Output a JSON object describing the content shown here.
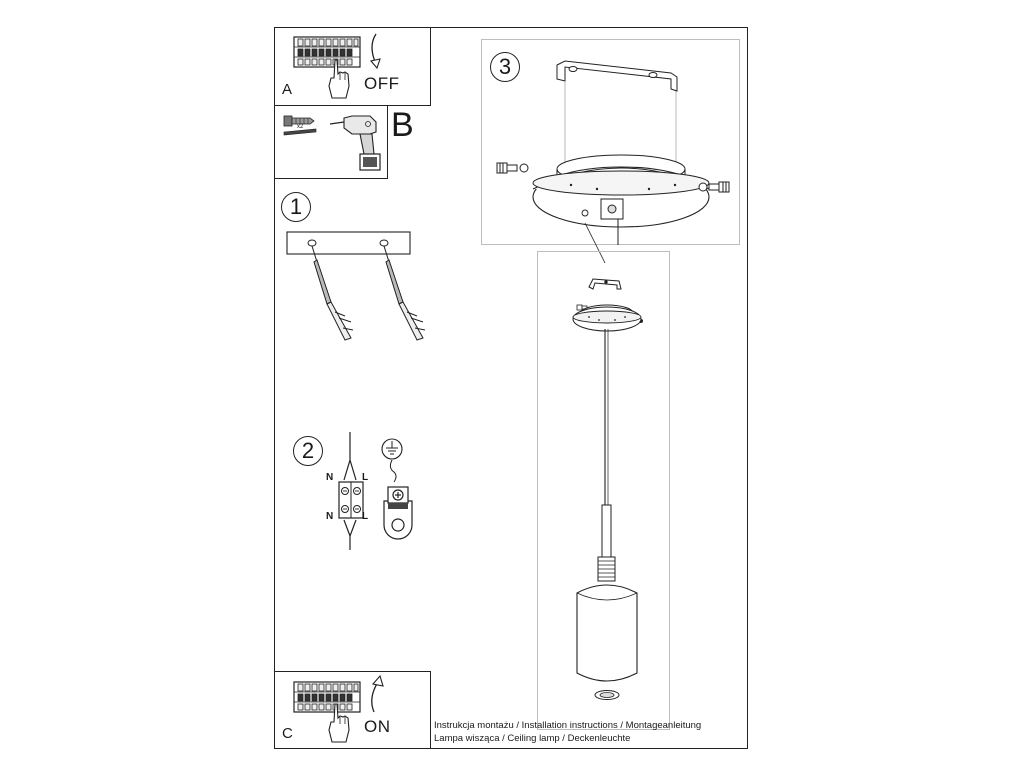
{
  "panel_a": {
    "letter": "A",
    "state": "OFF"
  },
  "panel_b": {
    "letter": "B",
    "bag_label": "x2"
  },
  "panel_c": {
    "letter": "C",
    "state": "ON"
  },
  "steps": {
    "one": "1",
    "two": "2",
    "three": "3"
  },
  "wiring": {
    "n_top": "N",
    "l_top": "L",
    "n_bottom": "N",
    "l_bottom": "L"
  },
  "caption": {
    "line1": "Instrukcja montażu / Installation instructions / Montageanleitung",
    "line2": "Lampa wisząca / Ceiling lamp / Deckenleuchte"
  },
  "icons": [
    "fuse-box-icon",
    "hand-pointer-icon",
    "curved-arrow-icon",
    "screw-anchor-icon",
    "drill-icon",
    "ground-symbol-icon",
    "connector-block-icon"
  ]
}
